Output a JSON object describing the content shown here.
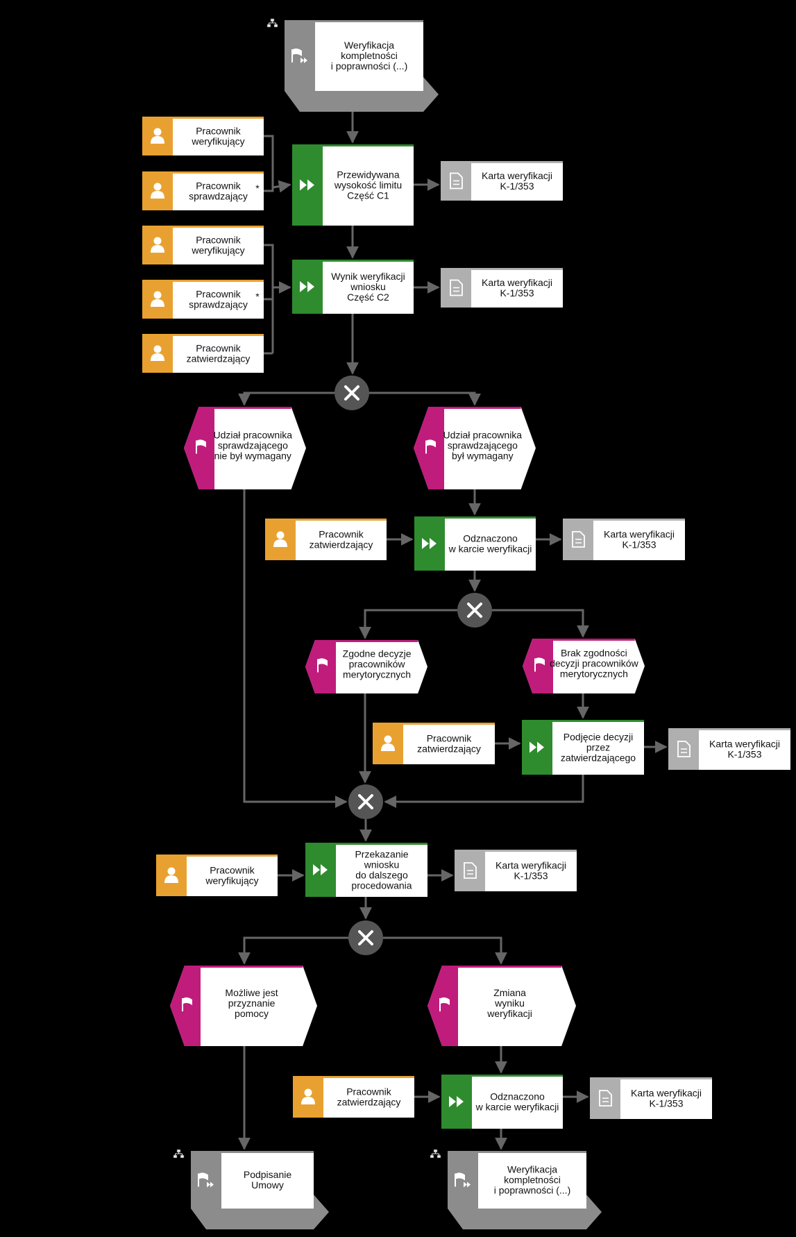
{
  "colors": {
    "role": "#E8A130",
    "function": "#2E8B2E",
    "event": "#C01C7C",
    "document": "#AFAFAF",
    "interface": "#8C8C8C",
    "connector": "#555555",
    "line": "#666666",
    "background": "#000000"
  },
  "icons": {
    "role": "person-icon",
    "function": "fast-forward-icon",
    "event": "flag-icon",
    "document": "document-icon",
    "interface": "process-link-icon",
    "connector": "xor-icon"
  },
  "nodes": {
    "if_top": {
      "type": "interface",
      "lines": [
        "Weryfikacja",
        "kompletności",
        "i poprawności (...)"
      ]
    },
    "r1": {
      "type": "role",
      "lines": [
        "Pracownik",
        "weryfikujący"
      ]
    },
    "r2": {
      "type": "role",
      "lines": [
        "Pracownik",
        "sprawdzający"
      ],
      "mark": "*"
    },
    "f1": {
      "type": "function",
      "lines": [
        "Przewidywana",
        "wysokość limitu",
        "Część C1"
      ]
    },
    "d1": {
      "type": "document",
      "lines": [
        "Karta weryfikacji",
        "K-1/353"
      ]
    },
    "r3": {
      "type": "role",
      "lines": [
        "Pracownik",
        "weryfikujący"
      ]
    },
    "r4": {
      "type": "role",
      "lines": [
        "Pracownik",
        "sprawdzający"
      ],
      "mark": "*"
    },
    "r5": {
      "type": "role",
      "lines": [
        "Pracownik",
        "zatwierdzający"
      ]
    },
    "f2": {
      "type": "function",
      "lines": [
        "Wynik weryfikacji",
        "wniosku",
        "Część C2"
      ]
    },
    "d2": {
      "type": "document",
      "lines": [
        "Karta weryfikacji",
        "K-1/353"
      ]
    },
    "x1": {
      "type": "connector"
    },
    "e1": {
      "type": "event",
      "lines": [
        "Udział pracownika",
        "sprawdzającego",
        "nie był wymagany"
      ]
    },
    "e2": {
      "type": "event",
      "lines": [
        "Udział pracownika",
        "sprawdzającego",
        "był wymagany"
      ]
    },
    "r6": {
      "type": "role",
      "lines": [
        "Pracownik",
        "zatwierdzający"
      ]
    },
    "f3": {
      "type": "function",
      "lines": [
        "Odznaczono",
        "w karcie weryfikacji"
      ]
    },
    "d3": {
      "type": "document",
      "lines": [
        "Karta weryfikacji",
        "K-1/353"
      ]
    },
    "x2": {
      "type": "connector"
    },
    "e3": {
      "type": "event",
      "lines": [
        "Zgodne decyzje",
        "pracowników",
        "merytorycznych"
      ]
    },
    "e4": {
      "type": "event",
      "lines": [
        "Brak zgodności",
        "decyzji pracowników",
        "merytorycznych"
      ]
    },
    "r7": {
      "type": "role",
      "lines": [
        "Pracownik",
        "zatwierdzający"
      ]
    },
    "f4": {
      "type": "function",
      "lines": [
        "Podjęcie decyzji",
        "przez",
        "zatwierdzającego"
      ]
    },
    "d4": {
      "type": "document",
      "lines": [
        "Karta weryfikacji",
        "K-1/353"
      ]
    },
    "x3": {
      "type": "connector"
    },
    "r8": {
      "type": "role",
      "lines": [
        "Pracownik",
        "weryfikujący"
      ]
    },
    "f5": {
      "type": "function",
      "lines": [
        "Przekazanie",
        "wniosku",
        "do dalszego",
        "procedowania"
      ]
    },
    "d5": {
      "type": "document",
      "lines": [
        "Karta weryfikacji",
        "K-1/353"
      ]
    },
    "x4": {
      "type": "connector"
    },
    "e5": {
      "type": "event",
      "lines": [
        "Możliwe jest",
        "przyznanie",
        "pomocy"
      ]
    },
    "e6": {
      "type": "event",
      "lines": [
        "Zmiana",
        "wyniku",
        "weryfikacji"
      ]
    },
    "r9": {
      "type": "role",
      "lines": [
        "Pracownik",
        "zatwierdzający"
      ]
    },
    "f6": {
      "type": "function",
      "lines": [
        "Odznaczono",
        "w karcie weryfikacji"
      ]
    },
    "d6": {
      "type": "document",
      "lines": [
        "Karta weryfikacji",
        "K-1/353"
      ]
    },
    "if_b1": {
      "type": "interface",
      "lines": [
        "Podpisanie",
        "Umowy"
      ]
    },
    "if_b2": {
      "type": "interface",
      "lines": [
        "Weryfikacja",
        "kompletności",
        "i poprawności (...)"
      ]
    }
  }
}
